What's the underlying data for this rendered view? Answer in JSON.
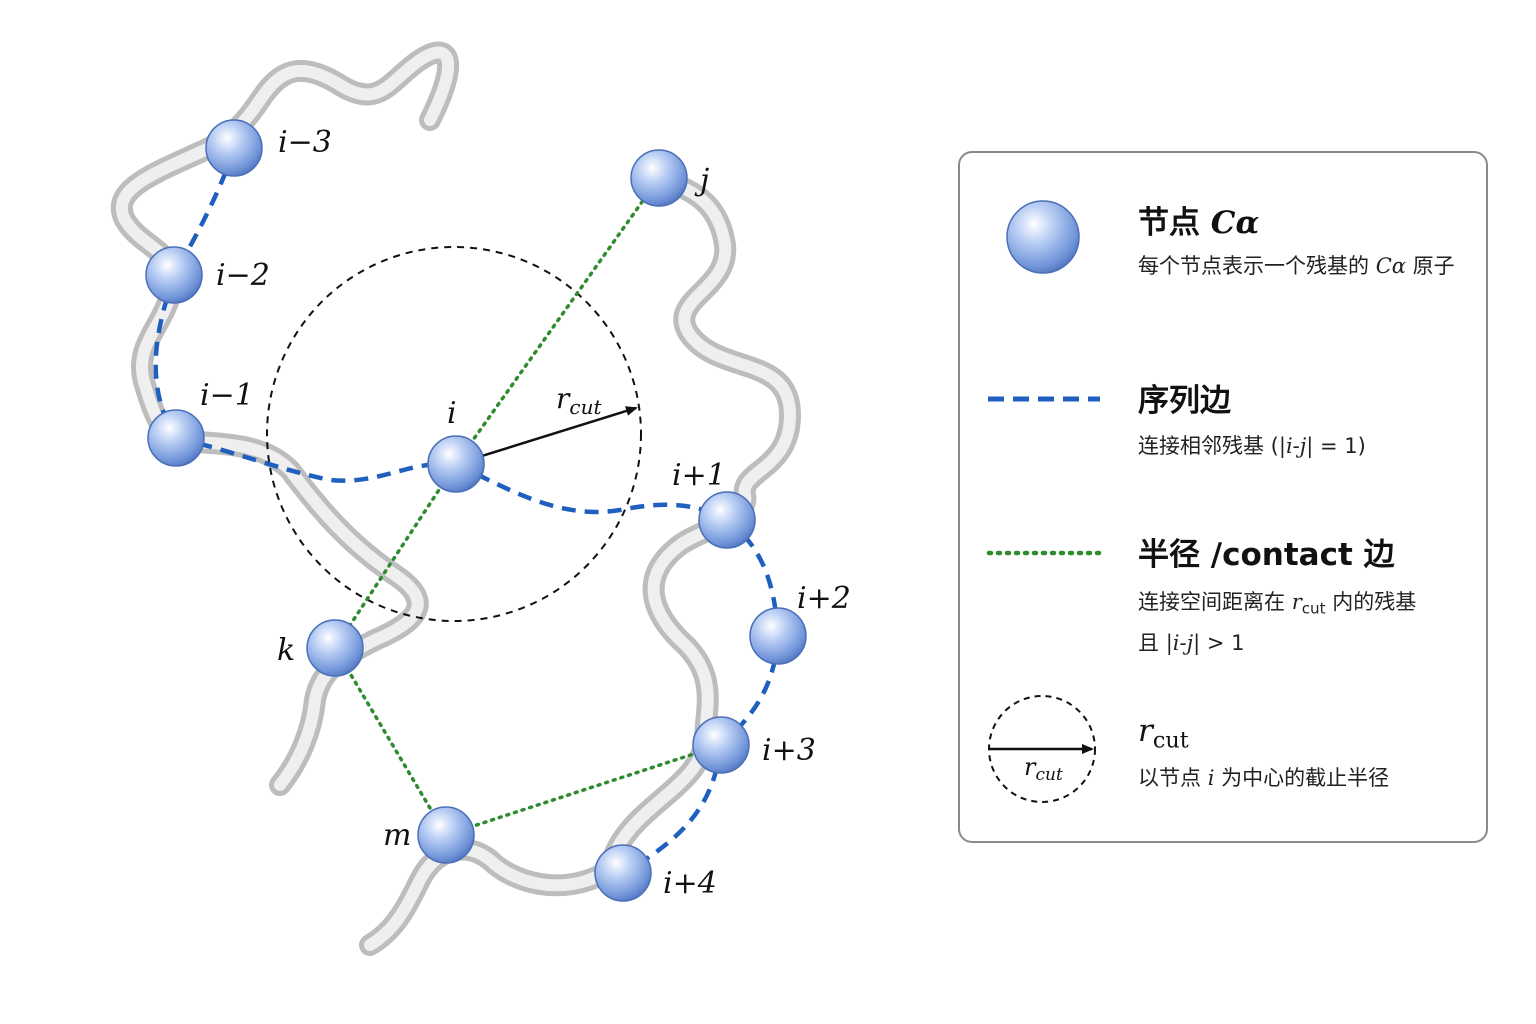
{
  "diagram": {
    "node_labels": {
      "i_m3": "i−3",
      "i_m2": "i−2",
      "i_m1": "i−1",
      "i": "i",
      "i_p1": "i+1",
      "i_p2": "i+2",
      "i_p3": "i+3",
      "i_p4": "i+4",
      "j": "j",
      "k": "k",
      "m": "m"
    },
    "rcut_label": {
      "r": "r",
      "sub": "cut"
    }
  },
  "legend": {
    "node": {
      "title_prefix": "节点 ",
      "title_symbol": "Cα",
      "desc_prefix": "每个节点表示一个残基的 ",
      "desc_symbol": "Cα",
      "desc_suffix": " 原子"
    },
    "sequence_edge": {
      "title": "序列边",
      "desc_prefix": "连接相邻残基 (",
      "desc_formula": "|i-j|",
      "desc_suffix": " = 1)"
    },
    "radius_edge": {
      "title": "半径 /contact 边",
      "desc_prefix": "连接空间距离在 ",
      "desc_r": "r",
      "desc_sub": "cut",
      "desc_mid": " 内的残基",
      "desc_line2_prefix": "且 ",
      "desc_formula": "|i-j|",
      "desc_suffix": " > 1"
    },
    "rcut": {
      "title_r": "r",
      "title_sub": "cut",
      "icon_r": "r",
      "icon_sub": "cut",
      "desc_prefix": "以节点 ",
      "desc_symbol": "i",
      "desc_suffix": " 为中心的截止半径"
    }
  },
  "colors": {
    "sequence_edge": "#1f5fbf",
    "contact_edge": "#2e8b2e",
    "node_fill": "#8fb0ea",
    "backbone": "#d6d6d6",
    "legend_border": "#8a8a8a"
  }
}
